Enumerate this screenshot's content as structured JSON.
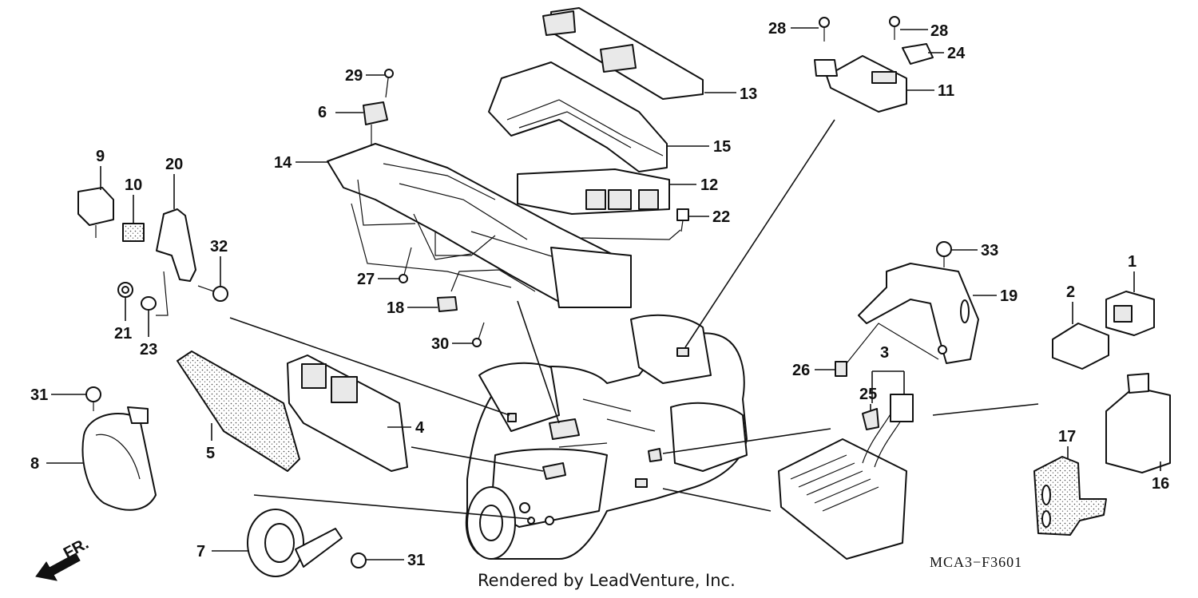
{
  "credit": "Rendered by LeadVenture, Inc.",
  "diagram_code": "MCA3−F3601",
  "direction_label": "FR.",
  "callouts": [
    "1",
    "2",
    "3",
    "4",
    "5",
    "6",
    "7",
    "8",
    "9",
    "10",
    "11",
    "12",
    "13",
    "14",
    "15",
    "16",
    "17",
    "18",
    "19",
    "20",
    "21",
    "22",
    "23",
    "24",
    "25",
    "26",
    "27",
    "28",
    "28",
    "29",
    "30",
    "31",
    "31",
    "32",
    "33"
  ]
}
